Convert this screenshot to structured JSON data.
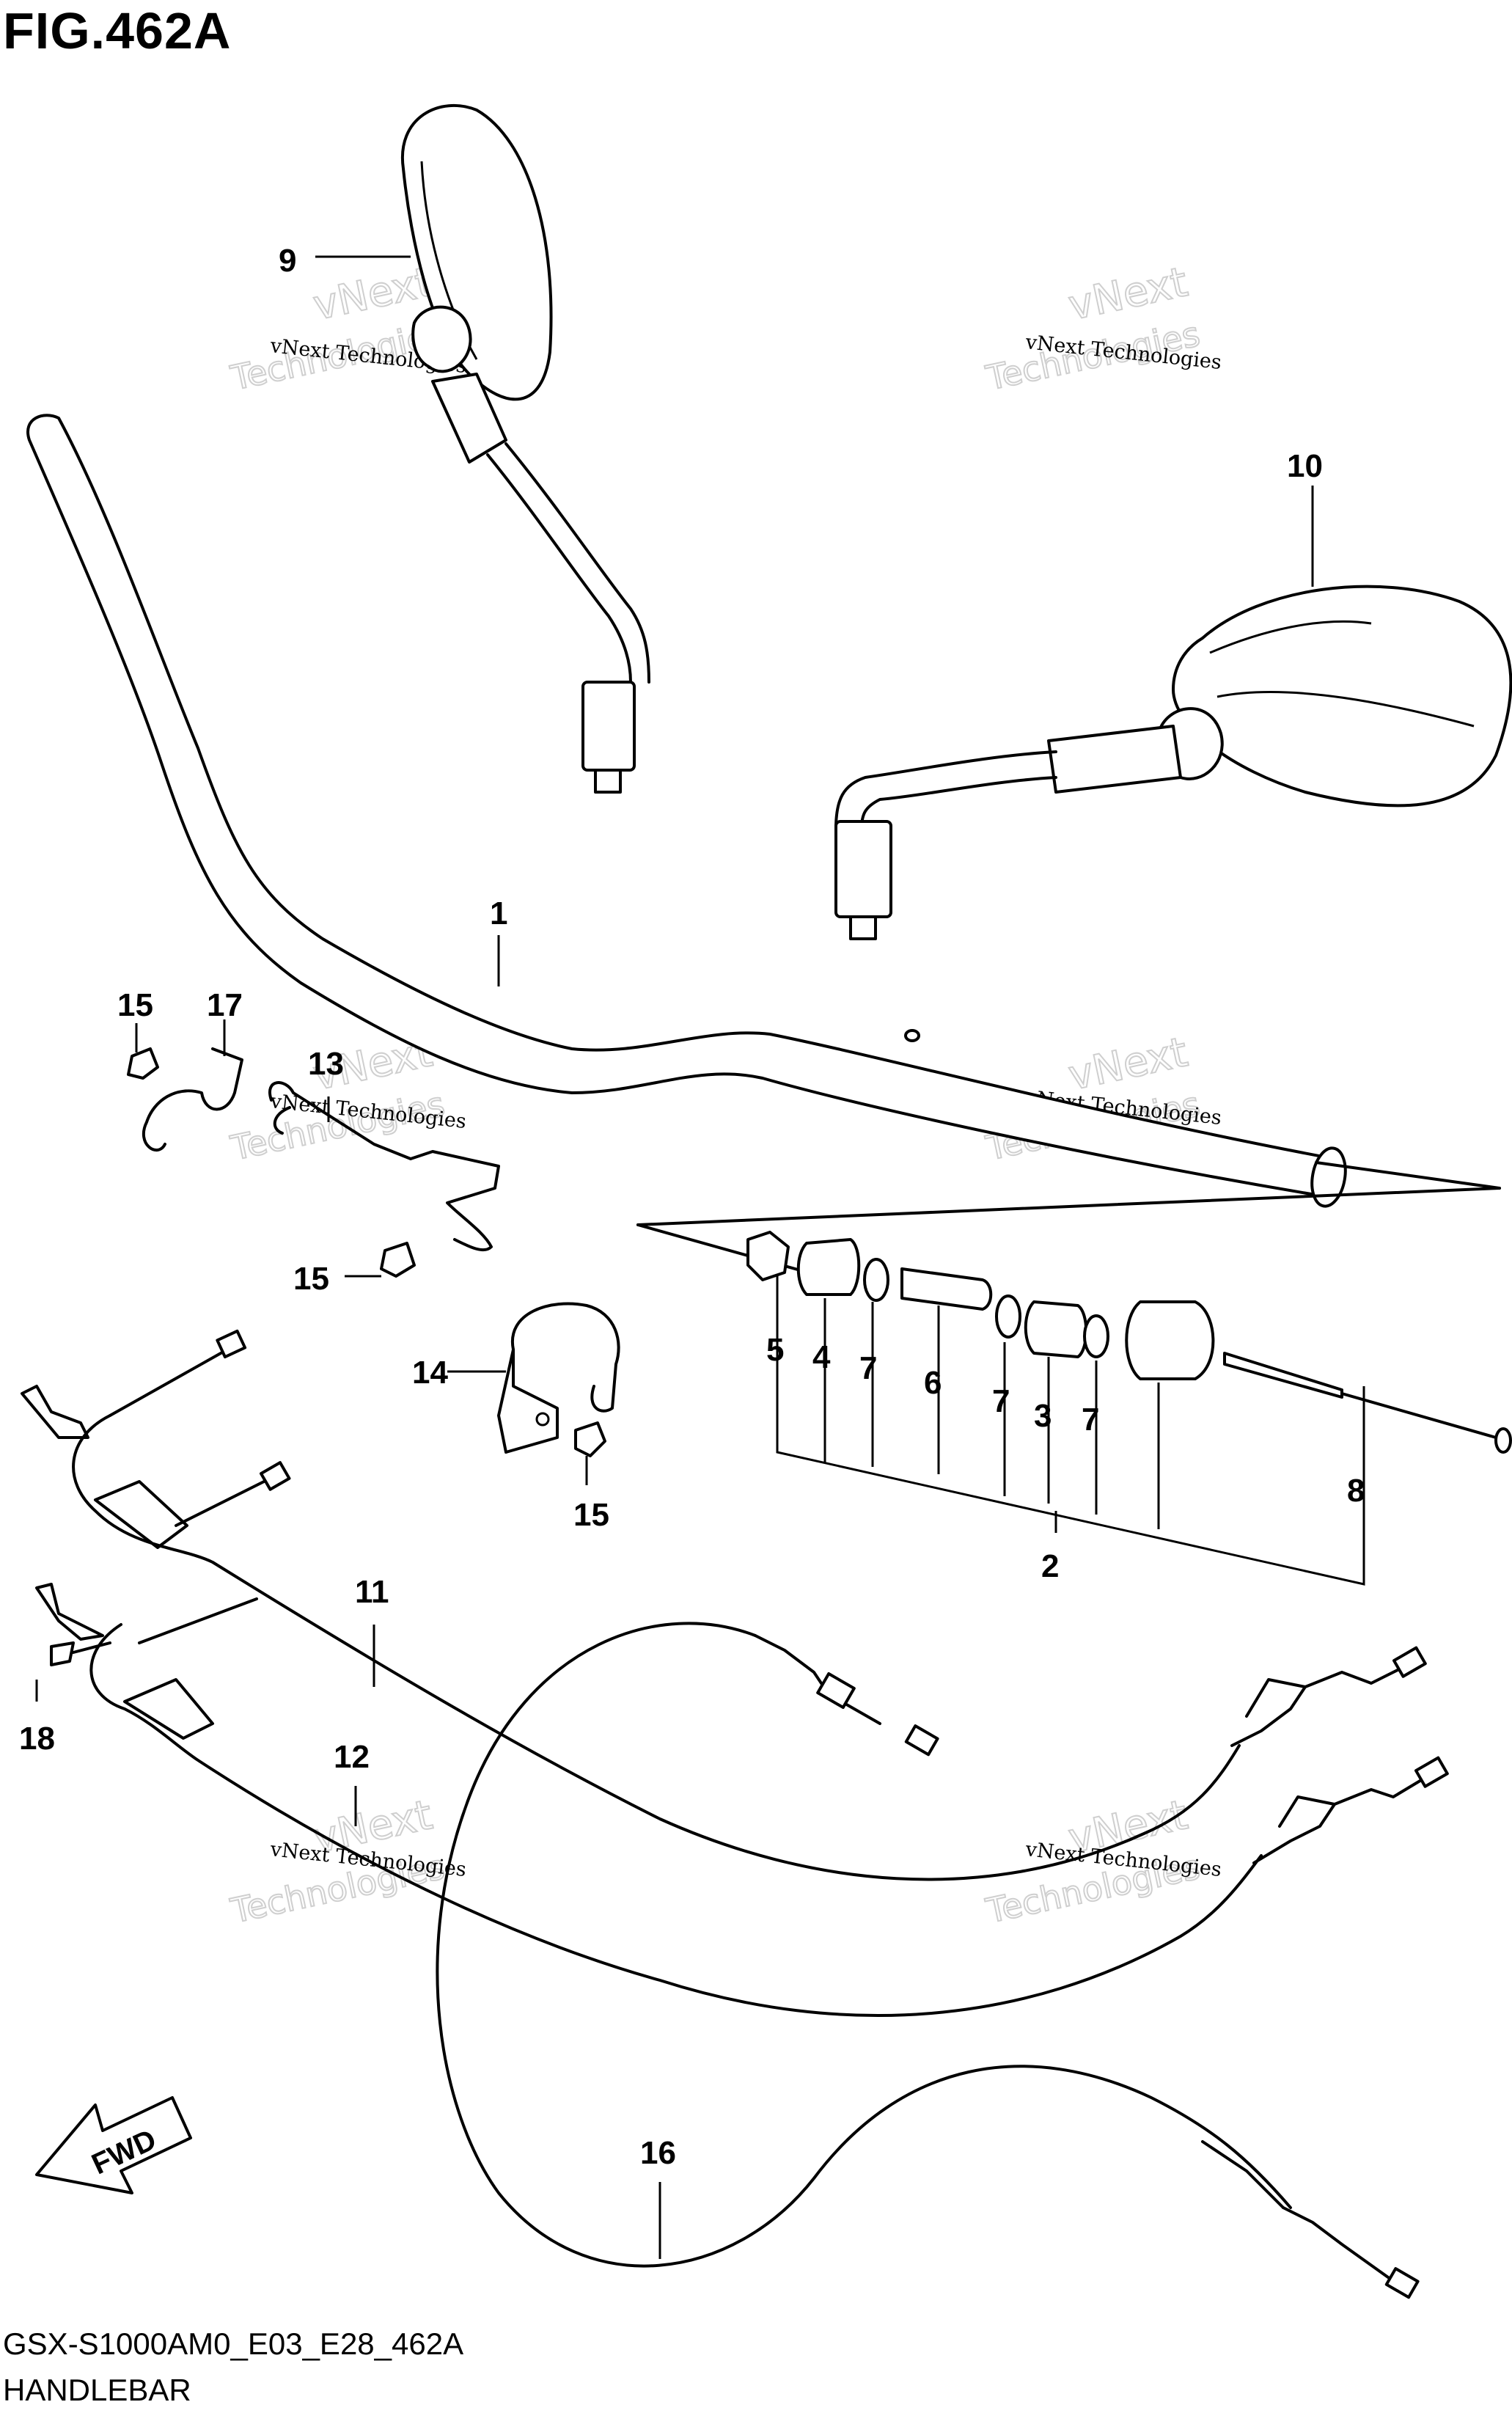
{
  "figure": {
    "title": "FIG.462A",
    "code": "GSX-S1000AM0_E03_E28_462A",
    "name": "HANDLEBAR"
  },
  "direction_badge": "FWD",
  "watermark": {
    "line1": "vNext Technologies",
    "line2": "vNext",
    "line3": "Technologies"
  },
  "callouts": {
    "handlebar": "1",
    "balancer_assembly": "2",
    "balancer_weight_3": "3",
    "balancer_weight_4": "4",
    "balancer_nut": "5",
    "collar": "6",
    "washer_7a": "7",
    "washer_7b": "7",
    "washer_7c": "7",
    "balancer_screw": "8",
    "mirror_left": "9",
    "mirror_right": "10",
    "throttle_cable_11": "11",
    "throttle_cable_12": "12",
    "clamp_13": "13",
    "clamp_14": "14",
    "bolt_15a": "15",
    "bolt_15b": "15",
    "bolt_15c": "15",
    "clutch_cable": "16",
    "clamp_17": "17",
    "screw_18": "18"
  }
}
